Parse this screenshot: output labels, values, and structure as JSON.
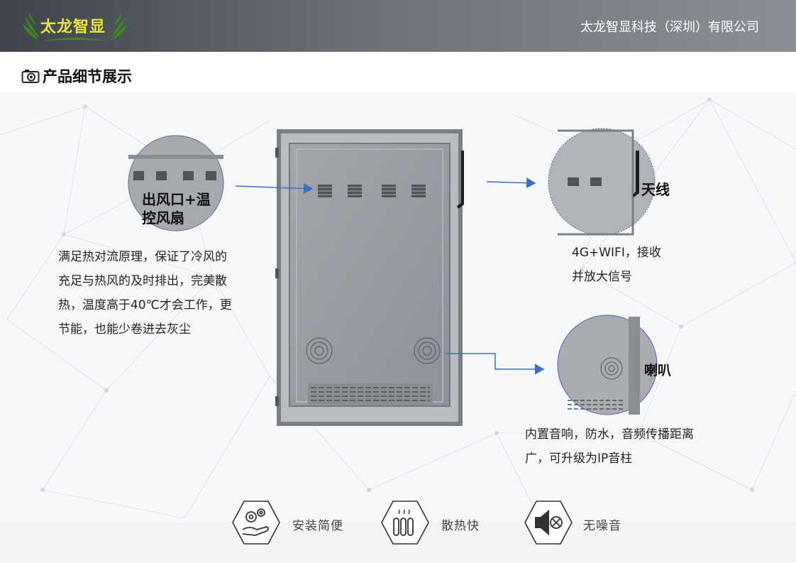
{
  "header": {
    "logo_text": "太龙智显",
    "company": "太龙智显科技（深圳）有限公司"
  },
  "section": {
    "title": "产品细节展示"
  },
  "callouts": {
    "vent": {
      "label_line1": "出风口+温",
      "label_line2": "控风扇",
      "description": [
        "满足热对流原理，保证了冷风的",
        "充足与热风的及时排出，完美散",
        "热，温度高于40℃才会工作，更",
        "节能，也能少卷进去灰尘"
      ]
    },
    "antenna": {
      "label": "天线",
      "description": [
        "4G+WIFI，接收",
        "并放大信号"
      ]
    },
    "speaker": {
      "label": "喇叭",
      "description": [
        "内置音响，防水，音频传播距离",
        "广，可升级为IP音柱"
      ]
    }
  },
  "features": [
    {
      "label": "安装简便",
      "icon": "gears-hand-icon"
    },
    {
      "label": "散热快",
      "icon": "heat-radiator-icon"
    },
    {
      "label": "无噪音",
      "icon": "mute-speaker-icon"
    }
  ],
  "colors": {
    "header_dark": "#3e434c",
    "logo_yellow": "#f4e04a",
    "logo_leaf": "#3c8a1f",
    "arrow_blue": "#3a6fc4",
    "cabinet_gray": "#9a9da3"
  }
}
